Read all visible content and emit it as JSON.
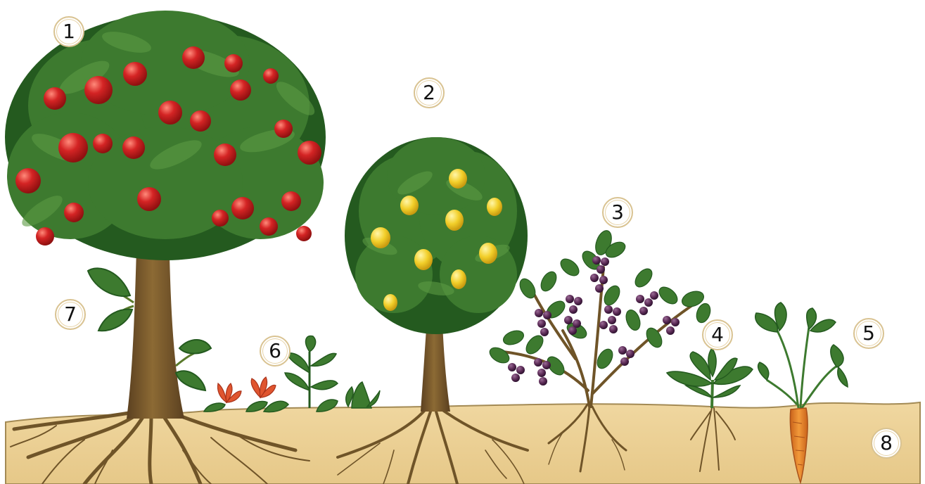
{
  "markers": [
    {
      "id": "1",
      "label": "1",
      "refers_to": "apple-tree"
    },
    {
      "id": "2",
      "label": "2",
      "refers_to": "lemon-tree"
    },
    {
      "id": "3",
      "label": "3",
      "refers_to": "berry-shrub"
    },
    {
      "id": "4",
      "label": "4",
      "refers_to": "leafy-plant"
    },
    {
      "id": "5",
      "label": "5",
      "refers_to": "carrot"
    },
    {
      "id": "6",
      "label": "6",
      "refers_to": "small-plants"
    },
    {
      "id": "7",
      "label": "7",
      "refers_to": "leaf"
    },
    {
      "id": "8",
      "label": "8",
      "refers_to": "soil"
    }
  ],
  "colors": {
    "soil": "#ecd196",
    "soil_edge": "#a38a54",
    "leaf": "#3d7a2f",
    "leaf_dark": "#245a1f",
    "trunk": "#7a5a2c",
    "root": "#6f5428",
    "apple": "#d42424",
    "lemon": "#f2cf2a",
    "berry": "#5a2a55",
    "carrot": "#e8862a",
    "flower": "#e0552f",
    "marker_border": "#d9c392"
  },
  "icons": [
    "apple-tree-icon",
    "lemon-tree-icon",
    "berry-shrub-icon",
    "leafy-plant-icon",
    "carrot-icon",
    "small-plants-icon",
    "leaf-icon",
    "soil-icon"
  ]
}
